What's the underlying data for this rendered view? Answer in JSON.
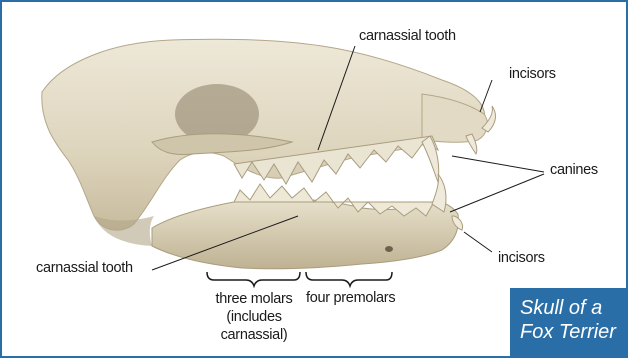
{
  "labels": {
    "carnassial_top": "carnassial tooth",
    "incisors_top": "incisors",
    "canines": "canines",
    "incisors_bottom": "incisors",
    "carnassial_bottom": "carnassial tooth",
    "molars_line1": "three molars",
    "molars_line2": "(includes",
    "molars_line3": "carnassial)",
    "premolars": "four premolars"
  },
  "title": {
    "line1": "Skull of a",
    "line2": "Fox Terrier"
  },
  "colors": {
    "accent": "#2a6ea8",
    "bone": "#e6dfcc",
    "bone_shadow": "#b9ae92",
    "text": "#1a1a1a"
  }
}
